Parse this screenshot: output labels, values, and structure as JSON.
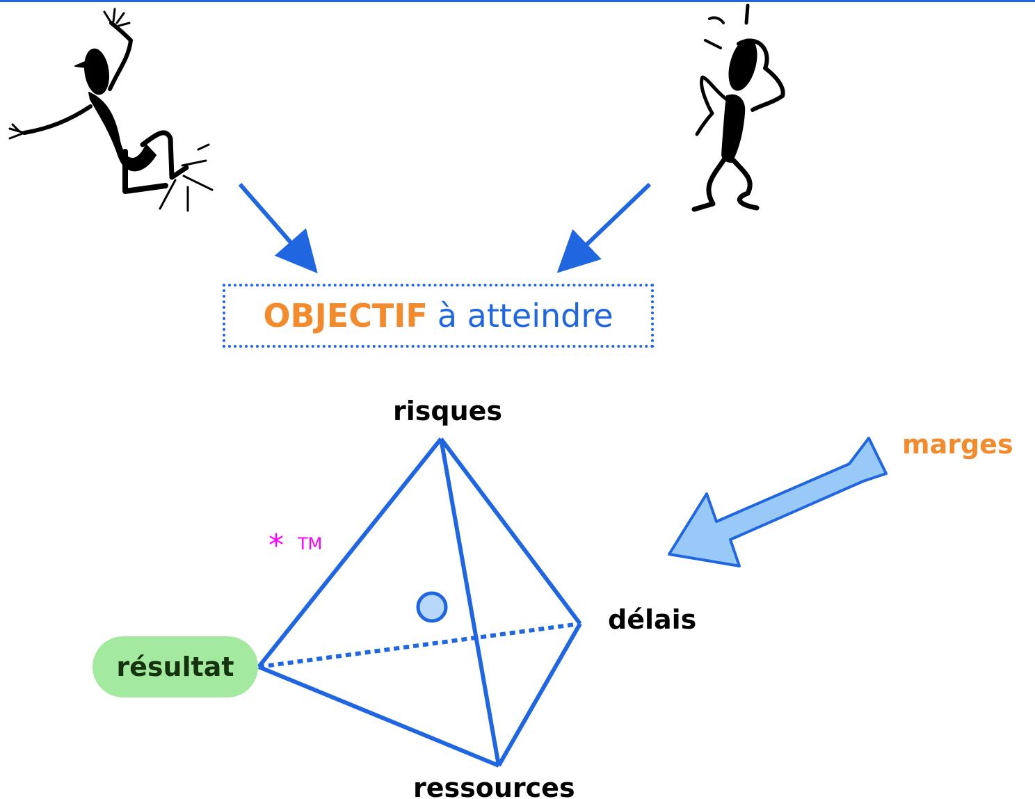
{
  "objective": {
    "word": "OBJECTIF",
    "rest": "à atteindre"
  },
  "tetrahedron": {
    "apex_top": "risques",
    "vertex_right": "délais",
    "vertex_bottom": "ressources",
    "vertex_left": "résultat"
  },
  "annotation": {
    "star": "*",
    "tm": "TM"
  },
  "margin_arrow": {
    "label": "marges"
  },
  "colors": {
    "frame_blue": "#1f66e0",
    "accent_orange": "#f28a2e",
    "result_green": "#a3e9a0",
    "annotation_magenta": "#ff00ff",
    "arrow_fill": "#99c9f7"
  },
  "icons": {
    "left_figure": "kicking-stick-figure-icon",
    "right_figure": "worried-stick-figure-icon",
    "center_marker": "circle-marker-icon",
    "big_arrow": "big-arrow-icon"
  }
}
